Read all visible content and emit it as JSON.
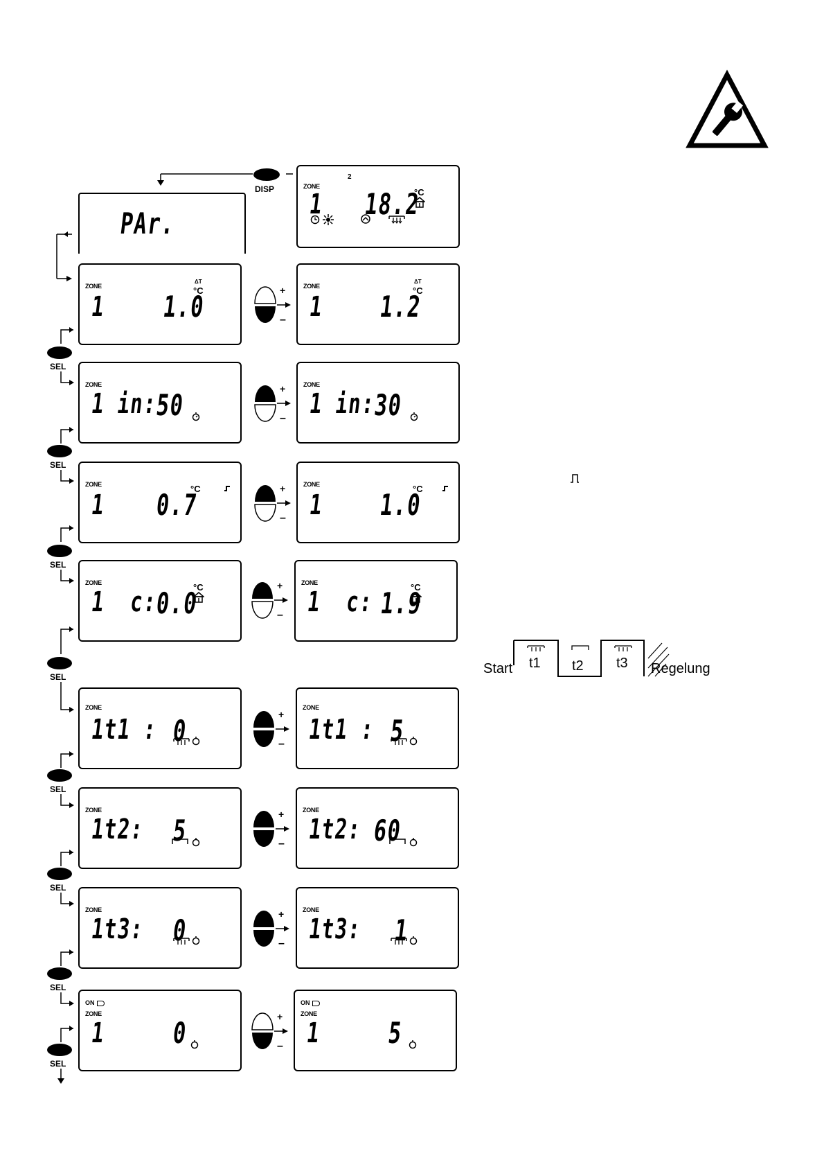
{
  "header": {
    "warning_icon": "wrench-in-triangle-icon"
  },
  "controls": {
    "disp_label": "DISP",
    "sel_label": "SEL"
  },
  "initial": {
    "zone_label": "ZONE",
    "top_digit": "2",
    "zone": "1",
    "temp": "18.2",
    "unit": "°C"
  },
  "par_screen": {
    "text": "PAr."
  },
  "rows": [
    {
      "left": {
        "zone_label": "ZONE",
        "zone": "1",
        "value": "1.0",
        "unit": "°C",
        "delta": "ΔT"
      },
      "right": {
        "zone_label": "ZONE",
        "zone": "1",
        "value": "1.2",
        "unit": "°C",
        "delta": "ΔT"
      }
    },
    {
      "left": {
        "zone_label": "ZONE",
        "label": "1 in:",
        "value": "50"
      },
      "right": {
        "zone_label": "ZONE",
        "label": "1 in:",
        "value": "30"
      }
    },
    {
      "left": {
        "zone_label": "ZONE",
        "zone": "1",
        "value": "0.7",
        "unit": "°C"
      },
      "right": {
        "zone_label": "ZONE",
        "zone": "1",
        "value": "1.0",
        "unit": "°C"
      }
    },
    {
      "left": {
        "zone_label": "ZONE",
        "label": "1  c:",
        "value": "0.0",
        "unit": "°C"
      },
      "right": {
        "zone_label": "ZONE",
        "label": "1  c:",
        "value": "1.9",
        "unit": "°C"
      }
    },
    {
      "left": {
        "zone_label": "ZONE",
        "label": "1t1 :",
        "value": "0"
      },
      "right": {
        "zone_label": "ZONE",
        "label": "1t1 :",
        "value": "5"
      }
    },
    {
      "left": {
        "zone_label": "ZONE",
        "label": "1t2:",
        "value": "5"
      },
      "right": {
        "zone_label": "ZONE",
        "label": "1t2:",
        "value": "60"
      }
    },
    {
      "left": {
        "zone_label": "ZONE",
        "label": "1t3:",
        "value": "0"
      },
      "right": {
        "zone_label": "ZONE",
        "label": "1t3:",
        "value": "1"
      }
    },
    {
      "left": {
        "on_label": "ON",
        "zone_label": "ZONE",
        "zone": "1",
        "value": "0"
      },
      "right": {
        "on_label": "ON",
        "zone_label": "ZONE",
        "zone": "1",
        "value": "5"
      }
    }
  ],
  "timing": {
    "start": "Start",
    "t1": "t1",
    "t2": "t2",
    "t3": "t3",
    "regelung": "Regelung"
  }
}
